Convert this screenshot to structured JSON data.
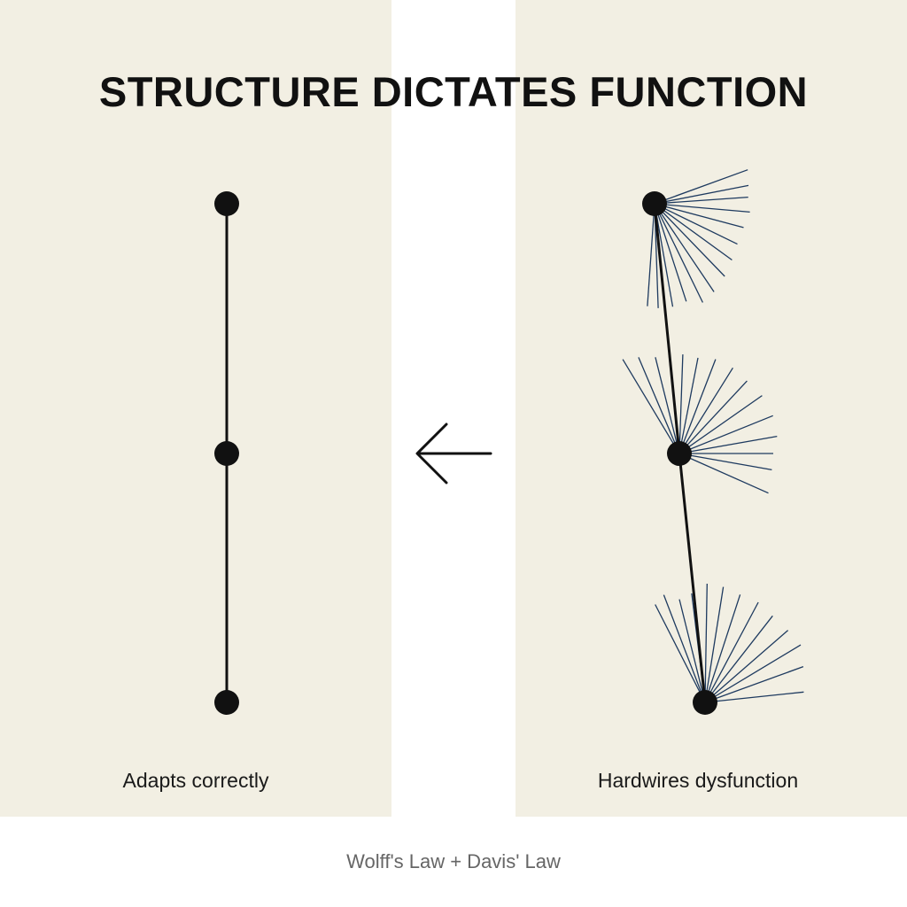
{
  "title": "STRUCTURE DICTATES FUNCTION",
  "left_panel": {
    "caption": "Adapts correctly"
  },
  "right_panel": {
    "caption": "Hardwires dysfunction"
  },
  "footer": "Wolff's Law + Davis' Law",
  "colors": {
    "panel_background": "#f2efe3",
    "gap_background": "#ffffff",
    "line": "#111111",
    "fiber": "#1e3a5f",
    "footer_text": "#666666"
  },
  "icons": {
    "center_arrow": "arrow-left-icon"
  }
}
